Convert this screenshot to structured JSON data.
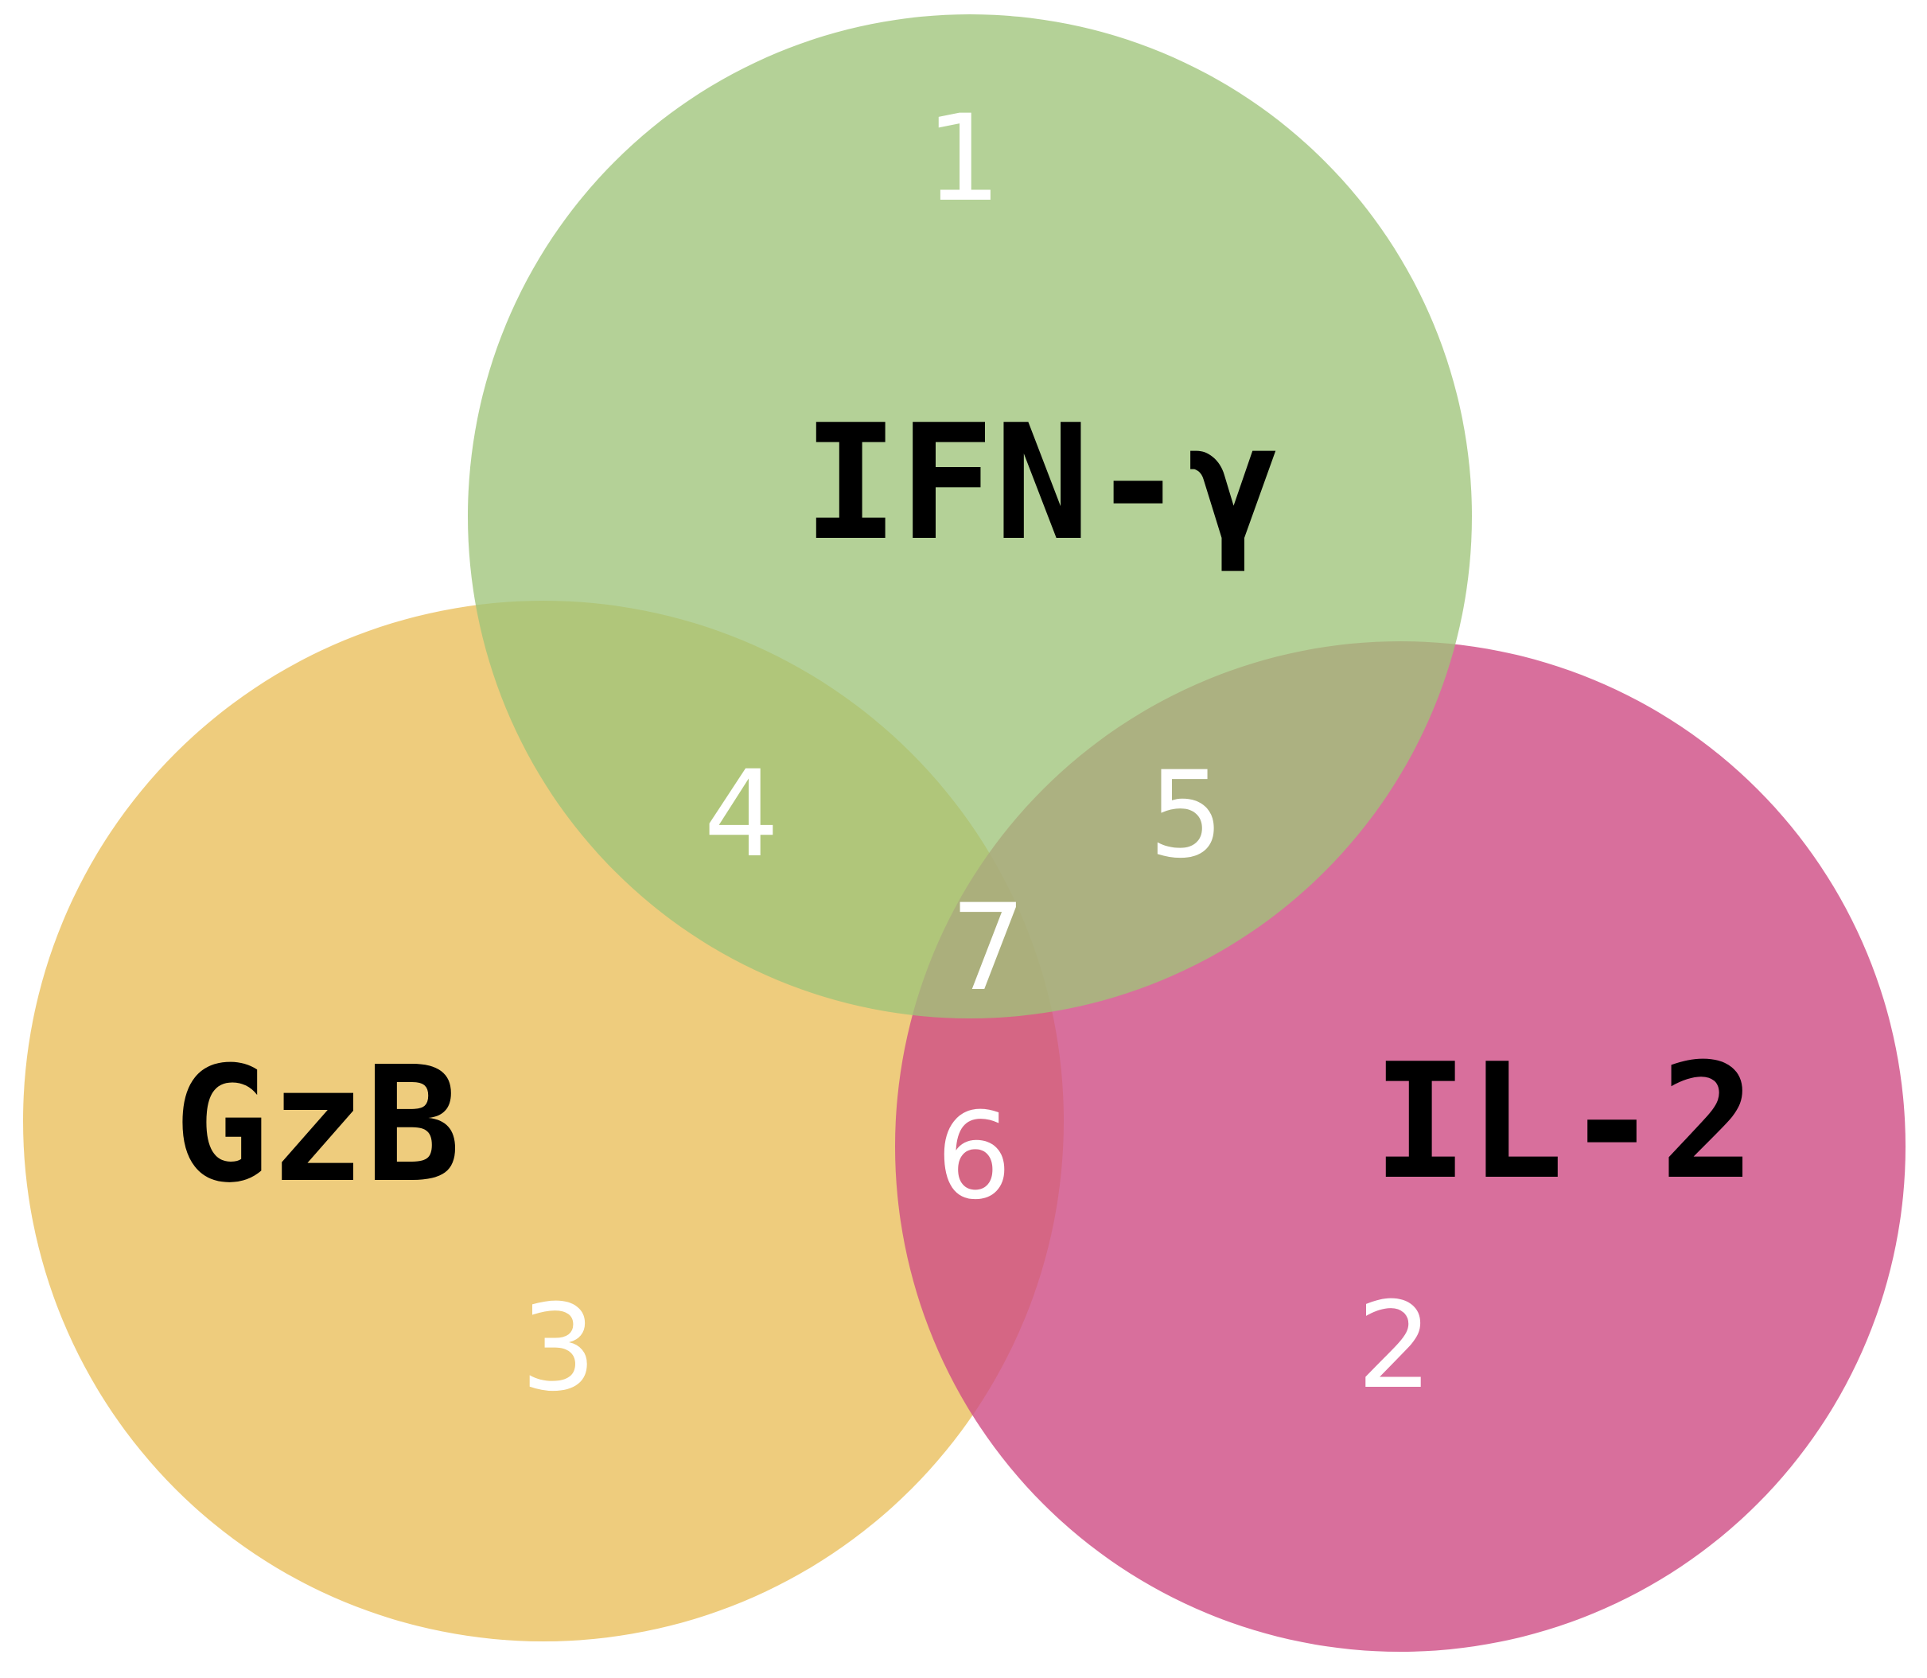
{
  "sets": [
    {
      "id": "ifng",
      "label": "IFN-γ",
      "color": "#9fc47a"
    },
    {
      "id": "gzb",
      "label": "GzB",
      "color": "#eac160"
    },
    {
      "id": "il2",
      "label": "IL-2",
      "color": "#cf4f86"
    }
  ],
  "regions": {
    "ifng_only": "1",
    "il2_only": "2",
    "gzb_only": "3",
    "ifng_gzb": "4",
    "ifng_il2": "5",
    "gzb_il2": "6",
    "all_three": "7"
  }
}
